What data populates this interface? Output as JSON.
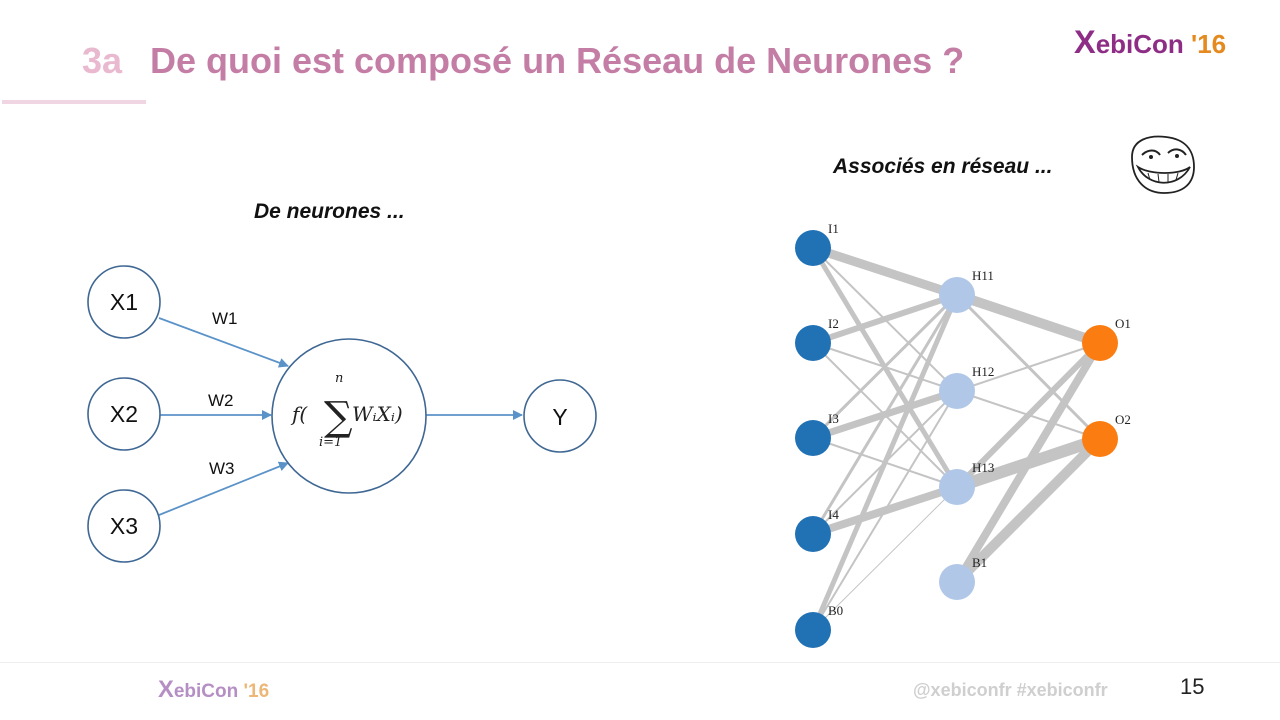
{
  "header": {
    "section_number": "3a",
    "title": "De quoi est composé un Réseau de Neurones ?"
  },
  "logo": {
    "x": "X",
    "name": "ebiCon",
    "year": "'16"
  },
  "captions": {
    "left": "De neurones ...",
    "right": "Associés en réseau ..."
  },
  "neuron": {
    "inputs": [
      "X1",
      "X2",
      "X3"
    ],
    "weights": [
      "W1",
      "W2",
      "W3"
    ],
    "output": "Y",
    "formula": {
      "f": "f(",
      "sum": "∑",
      "upper": "n",
      "lower": "i=1",
      "term": "WᵢXᵢ)"
    }
  },
  "network": {
    "input_nodes": [
      "I1",
      "I2",
      "I3",
      "I4",
      "B0"
    ],
    "hidden_nodes": [
      "H11",
      "H12",
      "H13",
      "B1"
    ],
    "output_nodes": [
      "O1",
      "O2"
    ],
    "colors": {
      "input": "#2072b5",
      "hidden": "#b0c7e8",
      "output": "#fb7d12",
      "edge": "#c4c4c4"
    }
  },
  "footer": {
    "hashtags": "@xebiconfr  #xebiconfr",
    "page_number": "15"
  },
  "icons": {
    "meme": "troll-face-icon"
  }
}
